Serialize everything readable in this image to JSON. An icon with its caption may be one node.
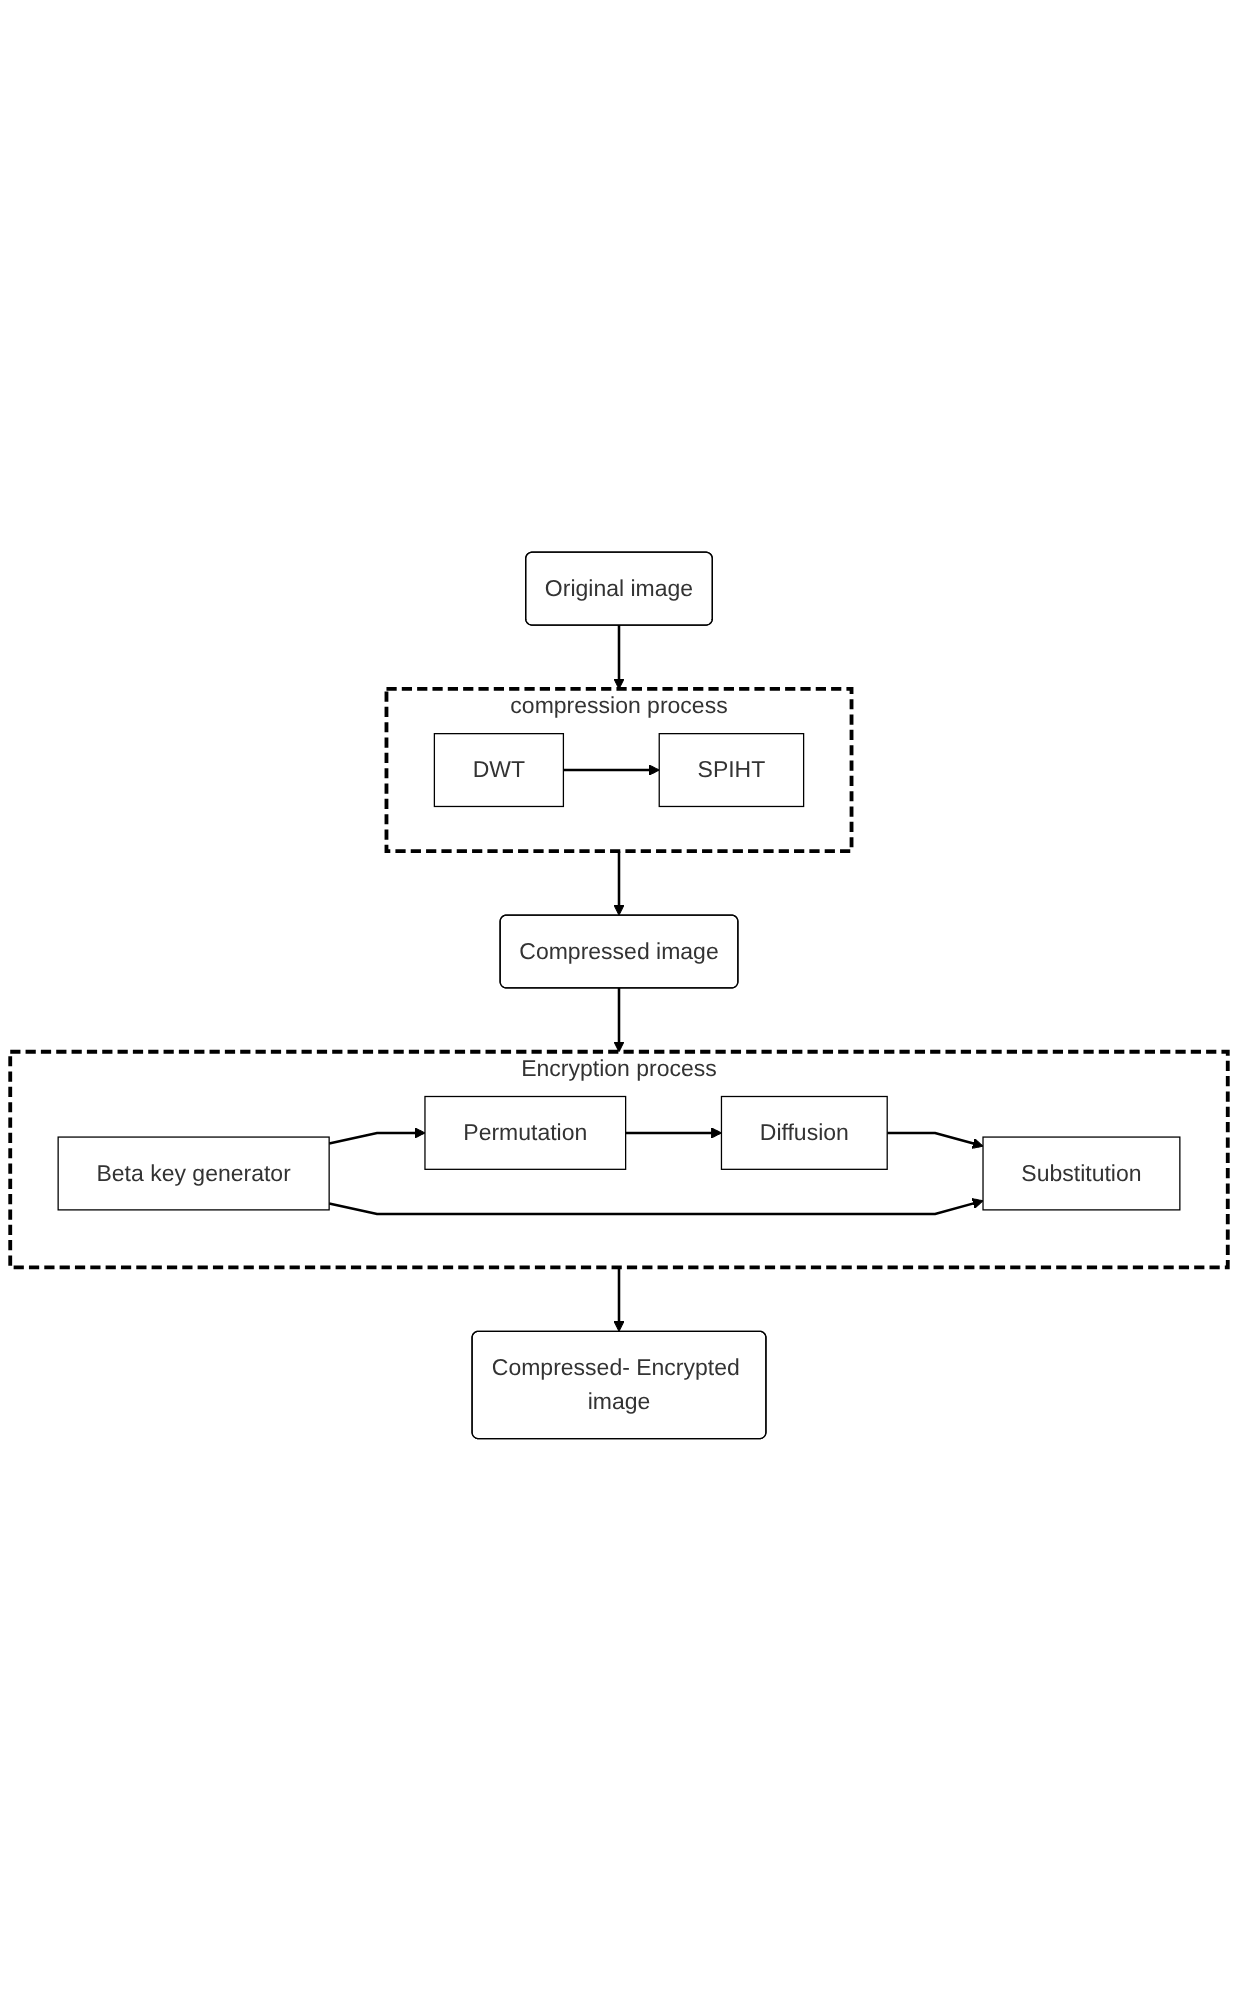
{
  "diagram": {
    "nodes": [
      {
        "text": [
          "Original image"
        ]
      },
      {
        "text": [
          "compression process"
        ]
      },
      {
        "text": [
          "DWT"
        ],
        "in": 1
      },
      {
        "text": [
          "SPIHT"
        ],
        "in": 1
      },
      {
        "text": [
          "Compressed image"
        ]
      },
      {
        "text": [
          "Encryption process"
        ]
      },
      {
        "text": [
          "Beta key generator"
        ],
        "in": 5
      },
      {
        "text": [
          "Permutation"
        ],
        "in": 5
      },
      {
        "text": [
          "Diffusion"
        ],
        "in": 5
      },
      {
        "text": [
          "Substitution"
        ],
        "in": 5
      },
      {
        "text": [
          "Compressed- Encrypted image"
        ]
      }
    ],
    "edges": [
      {
        "from": 0,
        "to": 1,
        "arrow": "to"
      },
      {
        "from": 2,
        "to": 3,
        "arrow": "to"
      },
      {
        "from": 1,
        "to": 4,
        "arrow": "to"
      },
      {
        "from": 4,
        "to": 5,
        "arrow": "to"
      },
      {
        "from": 6,
        "to": 7,
        "arrow": "to"
      },
      {
        "from": 7,
        "to": 8,
        "arrow": "to"
      },
      {
        "from": 8,
        "to": 9,
        "arrow": "to"
      },
      {
        "from": 6,
        "to": 9,
        "arrow": "to"
      },
      {
        "from": 5,
        "to": 10,
        "arrow": "to"
      }
    ]
  }
}
